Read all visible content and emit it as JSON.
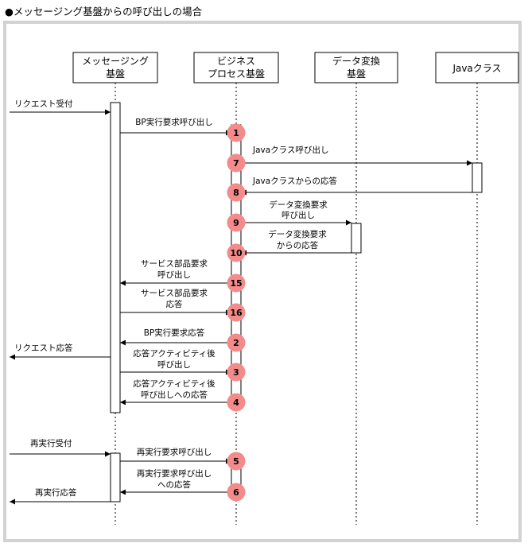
{
  "title": "●メッセージング基盤からの呼び出しの場合",
  "participants": [
    {
      "id": "msg",
      "lines": [
        "メッセージング",
        "基盤"
      ]
    },
    {
      "id": "bp",
      "lines": [
        "ビジネス",
        "プロセス基盤"
      ]
    },
    {
      "id": "conv",
      "lines": [
        "データ変換",
        "基盤"
      ]
    },
    {
      "id": "java",
      "lines": [
        "Javaクラス"
      ]
    }
  ],
  "messages": [
    {
      "id": "request-received",
      "lines": [
        "リクエスト受付"
      ]
    },
    {
      "id": "bp-exec-call",
      "lines": [
        "BP実行要求呼び出し"
      ],
      "step": "1"
    },
    {
      "id": "java-call",
      "lines": [
        "Javaクラス呼び出し"
      ],
      "step": "7"
    },
    {
      "id": "java-response",
      "lines": [
        "Javaクラスからの応答"
      ],
      "step": "8"
    },
    {
      "id": "conv-call",
      "lines": [
        "データ変換要求",
        "呼び出し"
      ],
      "step": "9"
    },
    {
      "id": "conv-response",
      "lines": [
        "データ変換要求",
        "からの応答"
      ],
      "step": "10"
    },
    {
      "id": "service-call",
      "lines": [
        "サービス部品要求",
        "呼び出し"
      ],
      "step": "15"
    },
    {
      "id": "service-response",
      "lines": [
        "サービス部品要求",
        "応答"
      ],
      "step": "16"
    },
    {
      "id": "bp-exec-response",
      "lines": [
        "BP実行要求応答"
      ],
      "step": "2"
    },
    {
      "id": "request-response",
      "lines": [
        "リクエスト応答"
      ]
    },
    {
      "id": "post-activity-call",
      "lines": [
        "応答アクティビティ後",
        "呼び出し"
      ],
      "step": "3"
    },
    {
      "id": "post-activity-response",
      "lines": [
        "応答アクティビティ後",
        "呼び出しへの応答"
      ],
      "step": "4"
    },
    {
      "id": "retry-received",
      "lines": [
        "再実行受付"
      ]
    },
    {
      "id": "retry-call",
      "lines": [
        "再実行要求呼び出し"
      ],
      "step": "5"
    },
    {
      "id": "retry-call-response",
      "lines": [
        "再実行要求呼び出し",
        "への応答"
      ],
      "step": "6"
    },
    {
      "id": "retry-response",
      "lines": [
        "再実行応答"
      ]
    }
  ],
  "colors": {
    "step_circle": "#f38b8b",
    "frame": "#d2d2d2",
    "line": "#000000"
  }
}
